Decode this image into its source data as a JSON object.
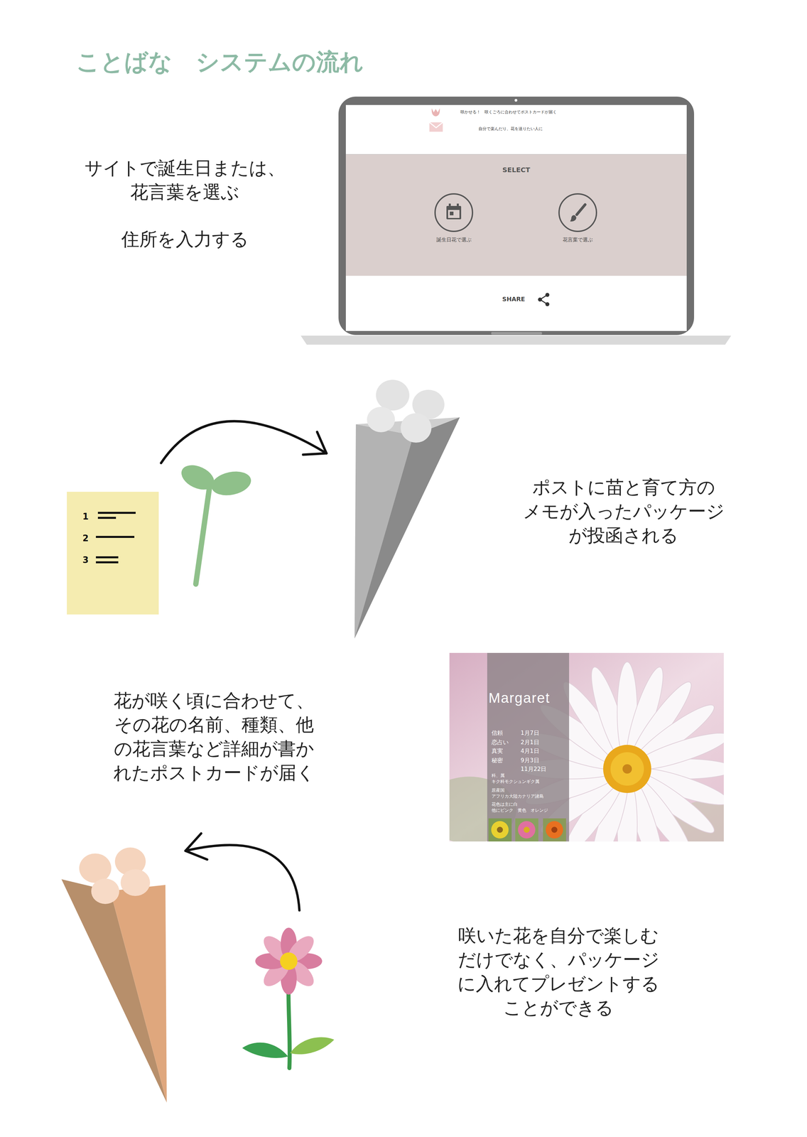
{
  "diagram": {
    "title": "ことばな　システムの流れ",
    "nodes": [
      {
        "text": [
          "咲かせる！　咲くごろに合わせてポストカードが届く",
          "自分で楽んだり、花を送りたい人に",
          "SHARE"
        ]
      },
      {
        "text": [
          "SELECT"
        ],
        "in": 0
      },
      {
        "text": [
          "誕生日花で選ぶ"
        ],
        "in": 1
      },
      {
        "text": [
          "花言葉で選ぶ"
        ],
        "in": 1
      },
      {
        "text": [
          "1",
          "2",
          "3"
        ]
      },
      {
        "text": [
          "Margaret",
          "信頼",
          "1月7日",
          "恋占い",
          "2月1日",
          "真実",
          "4月1日",
          "秘密",
          "9月3日",
          "11月22日",
          "科、属",
          "キク科モクシュンギク属",
          "原産国",
          "アフリカ大陸カナリア諸島",
          "花色は主に白",
          "他にピンク　黄色　オレンジ"
        ]
      }
    ],
    "labels": [
      "サイトで誕生日または、 花言葉を選ぶ",
      "住所を入力する",
      "ポストに苗と育て方の メモが入ったパッケージ が投函される",
      "花が咲く頃に合わせて、 その花の名前、種類、他 の花言葉など詳細が書か れたポストカードが届く",
      "咲いた花を自分で楽しむ だけでなく、パッケージ に入れてプレゼントする ことができる"
    ]
  }
}
